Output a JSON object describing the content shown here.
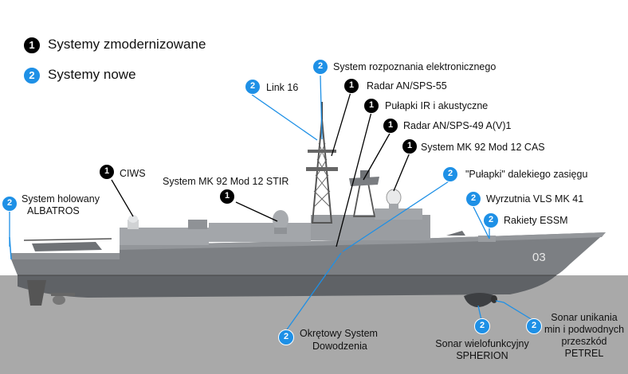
{
  "colors": {
    "modernized": "#000000",
    "new": "#1e90e6",
    "sea": "#a9a9a9",
    "hull": "#7c7f83",
    "superstructure": "#a3a6aa",
    "line_old": "#000000",
    "line_new": "#1e90e6"
  },
  "legend": [
    {
      "badge": "1",
      "text": "Systemy zmodernizowane"
    },
    {
      "badge": "2",
      "text": "Systemy nowe"
    }
  ],
  "ship": {
    "hull_number": "03"
  },
  "callouts": [
    {
      "id": "albatros",
      "badge": "2",
      "lines": [
        "System holowany",
        "ALBATROS"
      ]
    },
    {
      "id": "ciws",
      "badge": "1",
      "lines": [
        "CIWS"
      ]
    },
    {
      "id": "stir",
      "badge": "1",
      "lines": [
        "System MK 92 Mod 12 STIR"
      ]
    },
    {
      "id": "link16",
      "badge": "2",
      "lines": [
        "Link 16"
      ]
    },
    {
      "id": "esm",
      "badge": "2",
      "lines": [
        "System rozpoznania elektronicznego"
      ]
    },
    {
      "id": "sps55",
      "badge": "1",
      "lines": [
        "Radar AN/SPS-55"
      ]
    },
    {
      "id": "decoys_ir",
      "badge": "1",
      "lines": [
        "Pułapki IR i akustyczne"
      ]
    },
    {
      "id": "sps49",
      "badge": "1",
      "lines": [
        "Radar AN/SPS-49 A(V)1"
      ]
    },
    {
      "id": "cas",
      "badge": "1",
      "lines": [
        "System MK 92 Mod 12 CAS"
      ]
    },
    {
      "id": "decoys_long",
      "badge": "2",
      "lines": [
        "\"Pułapki\" dalekiego zasięgu"
      ]
    },
    {
      "id": "vls",
      "badge": "2",
      "lines": [
        "Wyrzutnia VLS MK 41"
      ]
    },
    {
      "id": "essm",
      "badge": "2",
      "lines": [
        "Rakiety ESSM"
      ]
    },
    {
      "id": "cms",
      "badge": "2",
      "lines": [
        "Okrętowy System",
        "Dowodzenia"
      ]
    },
    {
      "id": "spherion",
      "badge": "2",
      "lines": [
        "Sonar wielofunkcyjny",
        "SPHERION"
      ]
    },
    {
      "id": "petrel",
      "badge": "2",
      "lines": [
        "Sonar unikania",
        "min i podwodnych",
        "przeszkód",
        "PETREL"
      ]
    }
  ]
}
